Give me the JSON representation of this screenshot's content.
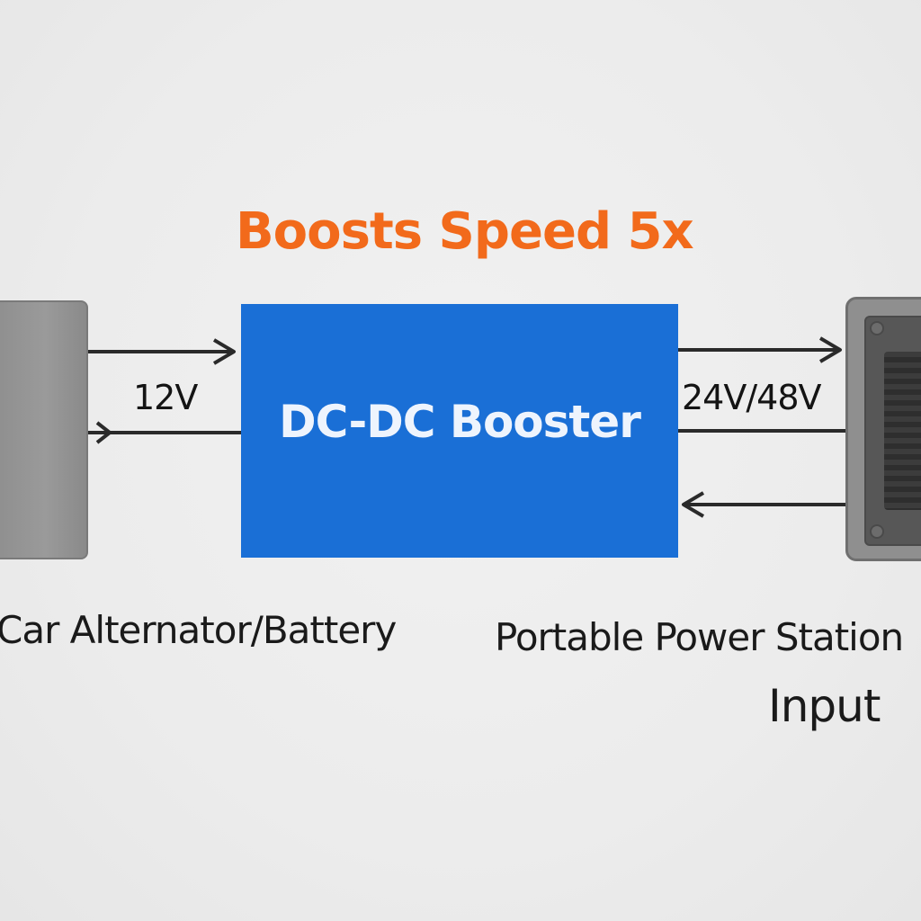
{
  "headline": "Boosts Speed 5x",
  "booster_label": "DC-DC Booster",
  "input_voltage": "12V",
  "output_voltage": "24V/48V",
  "source_caption": "Car Alternator/Battery",
  "destination_caption_line1": "Portable Power Station",
  "destination_caption_line2": "Input",
  "colors": {
    "headline": "#f26a1b",
    "booster_fill": "#1a6fd6",
    "booster_text": "#eef4fd",
    "wire": "#2a2a2a",
    "device": "#8f8f8f"
  }
}
